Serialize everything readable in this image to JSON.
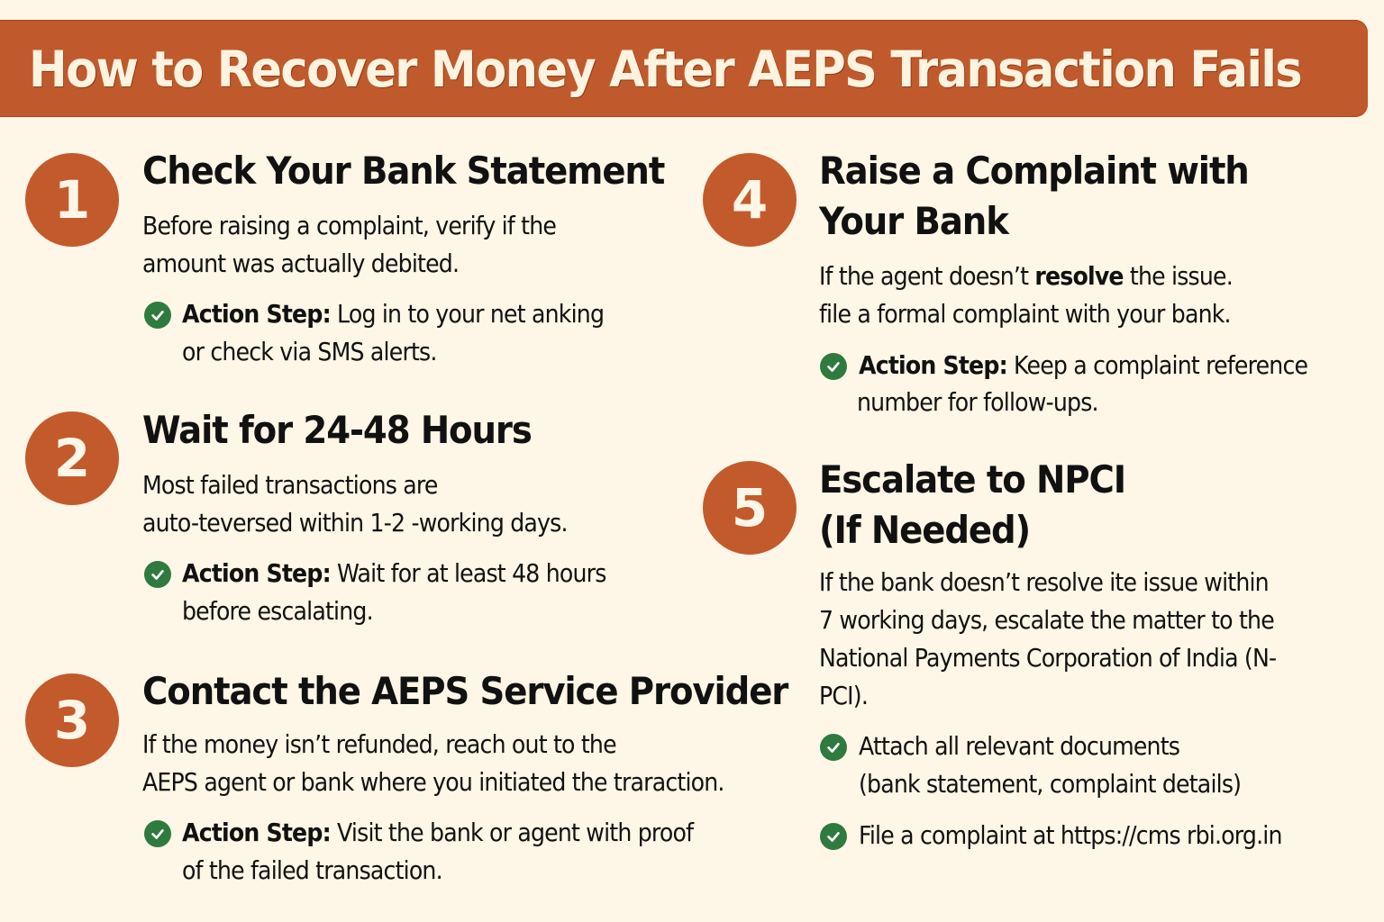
{
  "title": "How to Recover Money After AEPS Transaction Fails",
  "colors": {
    "banner": "#C05A2C",
    "circle": "#C25A2C",
    "background": "#FEF6E6",
    "check": "#2F7A3E"
  },
  "steps": [
    {
      "number": "1",
      "heading": [
        "Check Your Bank Statement"
      ],
      "description": [
        "Before raising a complaint, verify if the",
        "amount was actually debited."
      ],
      "actions": [
        {
          "icon": "check-circle-icon",
          "label": "Action Step:",
          "lines": [
            "Log in to your net anking",
            "or check via SMS alerts."
          ]
        }
      ]
    },
    {
      "number": "2",
      "heading": [
        "Wait for 24-48 Hours"
      ],
      "description": [
        "Most failed transactions are",
        "auto-teversed within 1-2 -working days."
      ],
      "actions": [
        {
          "icon": "check-circle-icon",
          "label": "Action Step:",
          "lines": [
            "Wait for at least 48 hours",
            "before escalating."
          ]
        }
      ]
    },
    {
      "number": "3",
      "heading": [
        "Contact the AEPS Service Provider"
      ],
      "description": [
        "If the money isn’t refunded, reach out to the",
        "AEPS agent or bank where you initiated the traraction."
      ],
      "actions": [
        {
          "icon": "check-circle-icon",
          "label": "Action Step:",
          "lines": [
            "Visit the bank or agent with proof",
            "of the failed transaction."
          ]
        }
      ]
    },
    {
      "number": "4",
      "heading": [
        "Raise a Complaint with",
        "Your Bank"
      ],
      "description_parts": {
        "before": "If the agent doesn’t ",
        "bold": "resolve",
        "after": " the issue."
      },
      "description": [
        "If the agent doesn’t resolve the issue.",
        "file a formal complaint with your bank."
      ],
      "actions": [
        {
          "icon": "check-circle-icon",
          "label": "Action Step:",
          "lines": [
            "Keep a complaint reference",
            "number for follow-ups."
          ]
        }
      ]
    },
    {
      "number": "5",
      "heading": [
        "Escalate to NPCI",
        "(If Needed)"
      ],
      "description": [
        "If the bank doesn’t resolve ite issue within",
        "7 working days, escalate the matter to the",
        "National Payments Corporation of India (N-",
        "PCI)."
      ],
      "actions": [
        {
          "icon": "check-circle-icon",
          "label": "",
          "lines": [
            "Attach all relevant documents",
            "(bank statement, complaint  details)"
          ]
        },
        {
          "icon": "check-circle-icon",
          "label": "",
          "lines": [
            "File a complaint at https://cms rbi.org.in"
          ]
        }
      ]
    }
  ]
}
